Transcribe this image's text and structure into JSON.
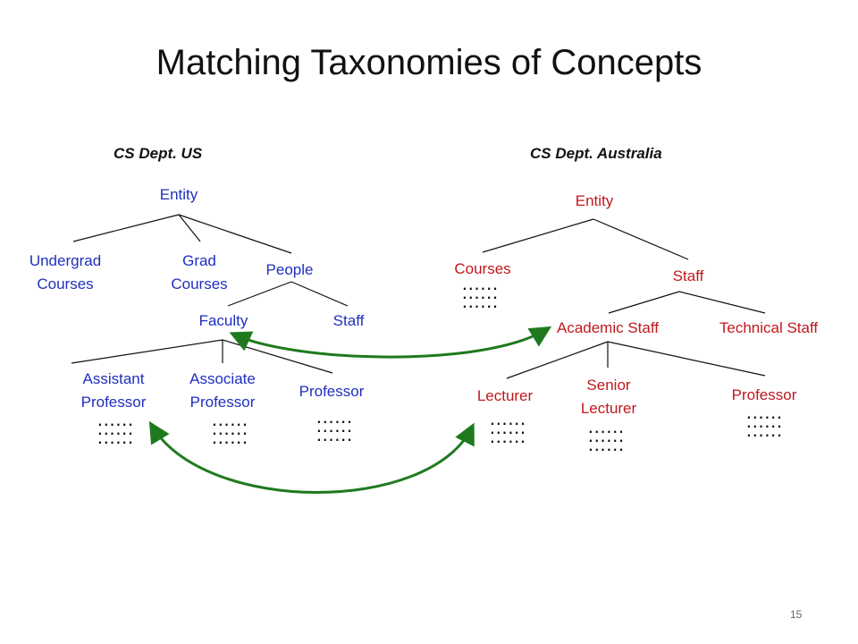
{
  "title": "Matching Taxonomies of Concepts",
  "page_number": "15",
  "colors": {
    "us_nodes": "#1f2fbf",
    "au_nodes": "#c0181e",
    "edges": "#111111",
    "match_arrows": "#1f7a1f"
  },
  "us": {
    "heading": "CS Dept. US",
    "entity": "Entity",
    "undergrad_courses": [
      "Undergrad",
      "Courses"
    ],
    "grad_courses": [
      "Grad",
      "Courses"
    ],
    "people": "People",
    "faculty": "Faculty",
    "staff": "Staff",
    "assistant_professor": [
      "Assistant",
      "Professor"
    ],
    "associate_professor": [
      "Associate",
      "Professor"
    ],
    "professor": "Professor"
  },
  "au": {
    "heading": "CS Dept. Australia",
    "entity": "Entity",
    "courses": "Courses",
    "staff": "Staff",
    "academic_staff": "Academic Staff",
    "technical_staff": "Technical Staff",
    "lecturer": "Lecturer",
    "senior_lecturer": [
      "Senior",
      "Lecturer"
    ],
    "professor": "Professor"
  },
  "dots": "......",
  "matches": [
    {
      "from": "Faculty",
      "to": "Academic Staff"
    },
    {
      "from": "Assistant Professor",
      "to": "Lecturer"
    }
  ]
}
